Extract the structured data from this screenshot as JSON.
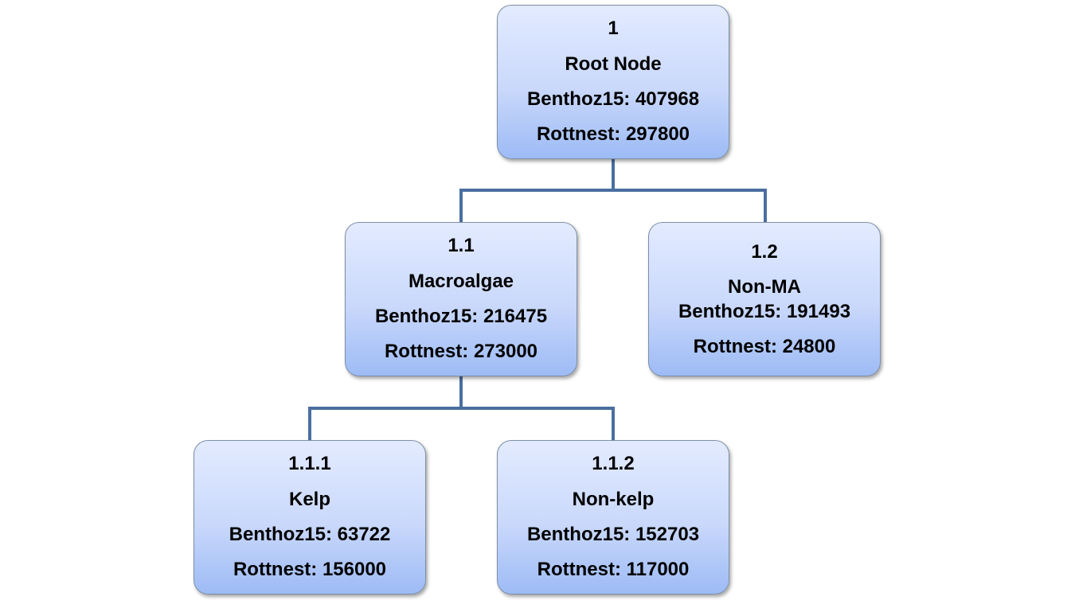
{
  "nodes": {
    "root": {
      "id": "1",
      "name": "Root Node",
      "benthoz": "Benthoz15: 407968",
      "rottnest": "Rottnest: 297800"
    },
    "n1_1": {
      "id": "1.1",
      "name": "Macroalgae",
      "benthoz": "Benthoz15: 216475",
      "rottnest": "Rottnest: 273000"
    },
    "n1_2": {
      "id": "1.2",
      "name": "Non-MA",
      "benthoz": "Benthoz15: 191493",
      "rottnest": "Rottnest: 24800"
    },
    "n1_1_1": {
      "id": "1.1.1",
      "name": "Kelp",
      "benthoz": "Benthoz15: 63722",
      "rottnest": "Rottnest: 156000"
    },
    "n1_1_2": {
      "id": "1.1.2",
      "name": "Non-kelp",
      "benthoz": "Benthoz15: 152703",
      "rottnest": "Rottnest: 117000"
    }
  },
  "edges": [
    {
      "from": "1",
      "to": "1.1"
    },
    {
      "from": "1",
      "to": "1.2"
    },
    {
      "from": "1.1",
      "to": "1.1.1"
    },
    {
      "from": "1.1",
      "to": "1.1.2"
    }
  ],
  "colors": {
    "connector": "#4a6fa0",
    "box_top": "#e3ebff",
    "box_bottom": "#9dbbf5",
    "text": "#000000"
  }
}
